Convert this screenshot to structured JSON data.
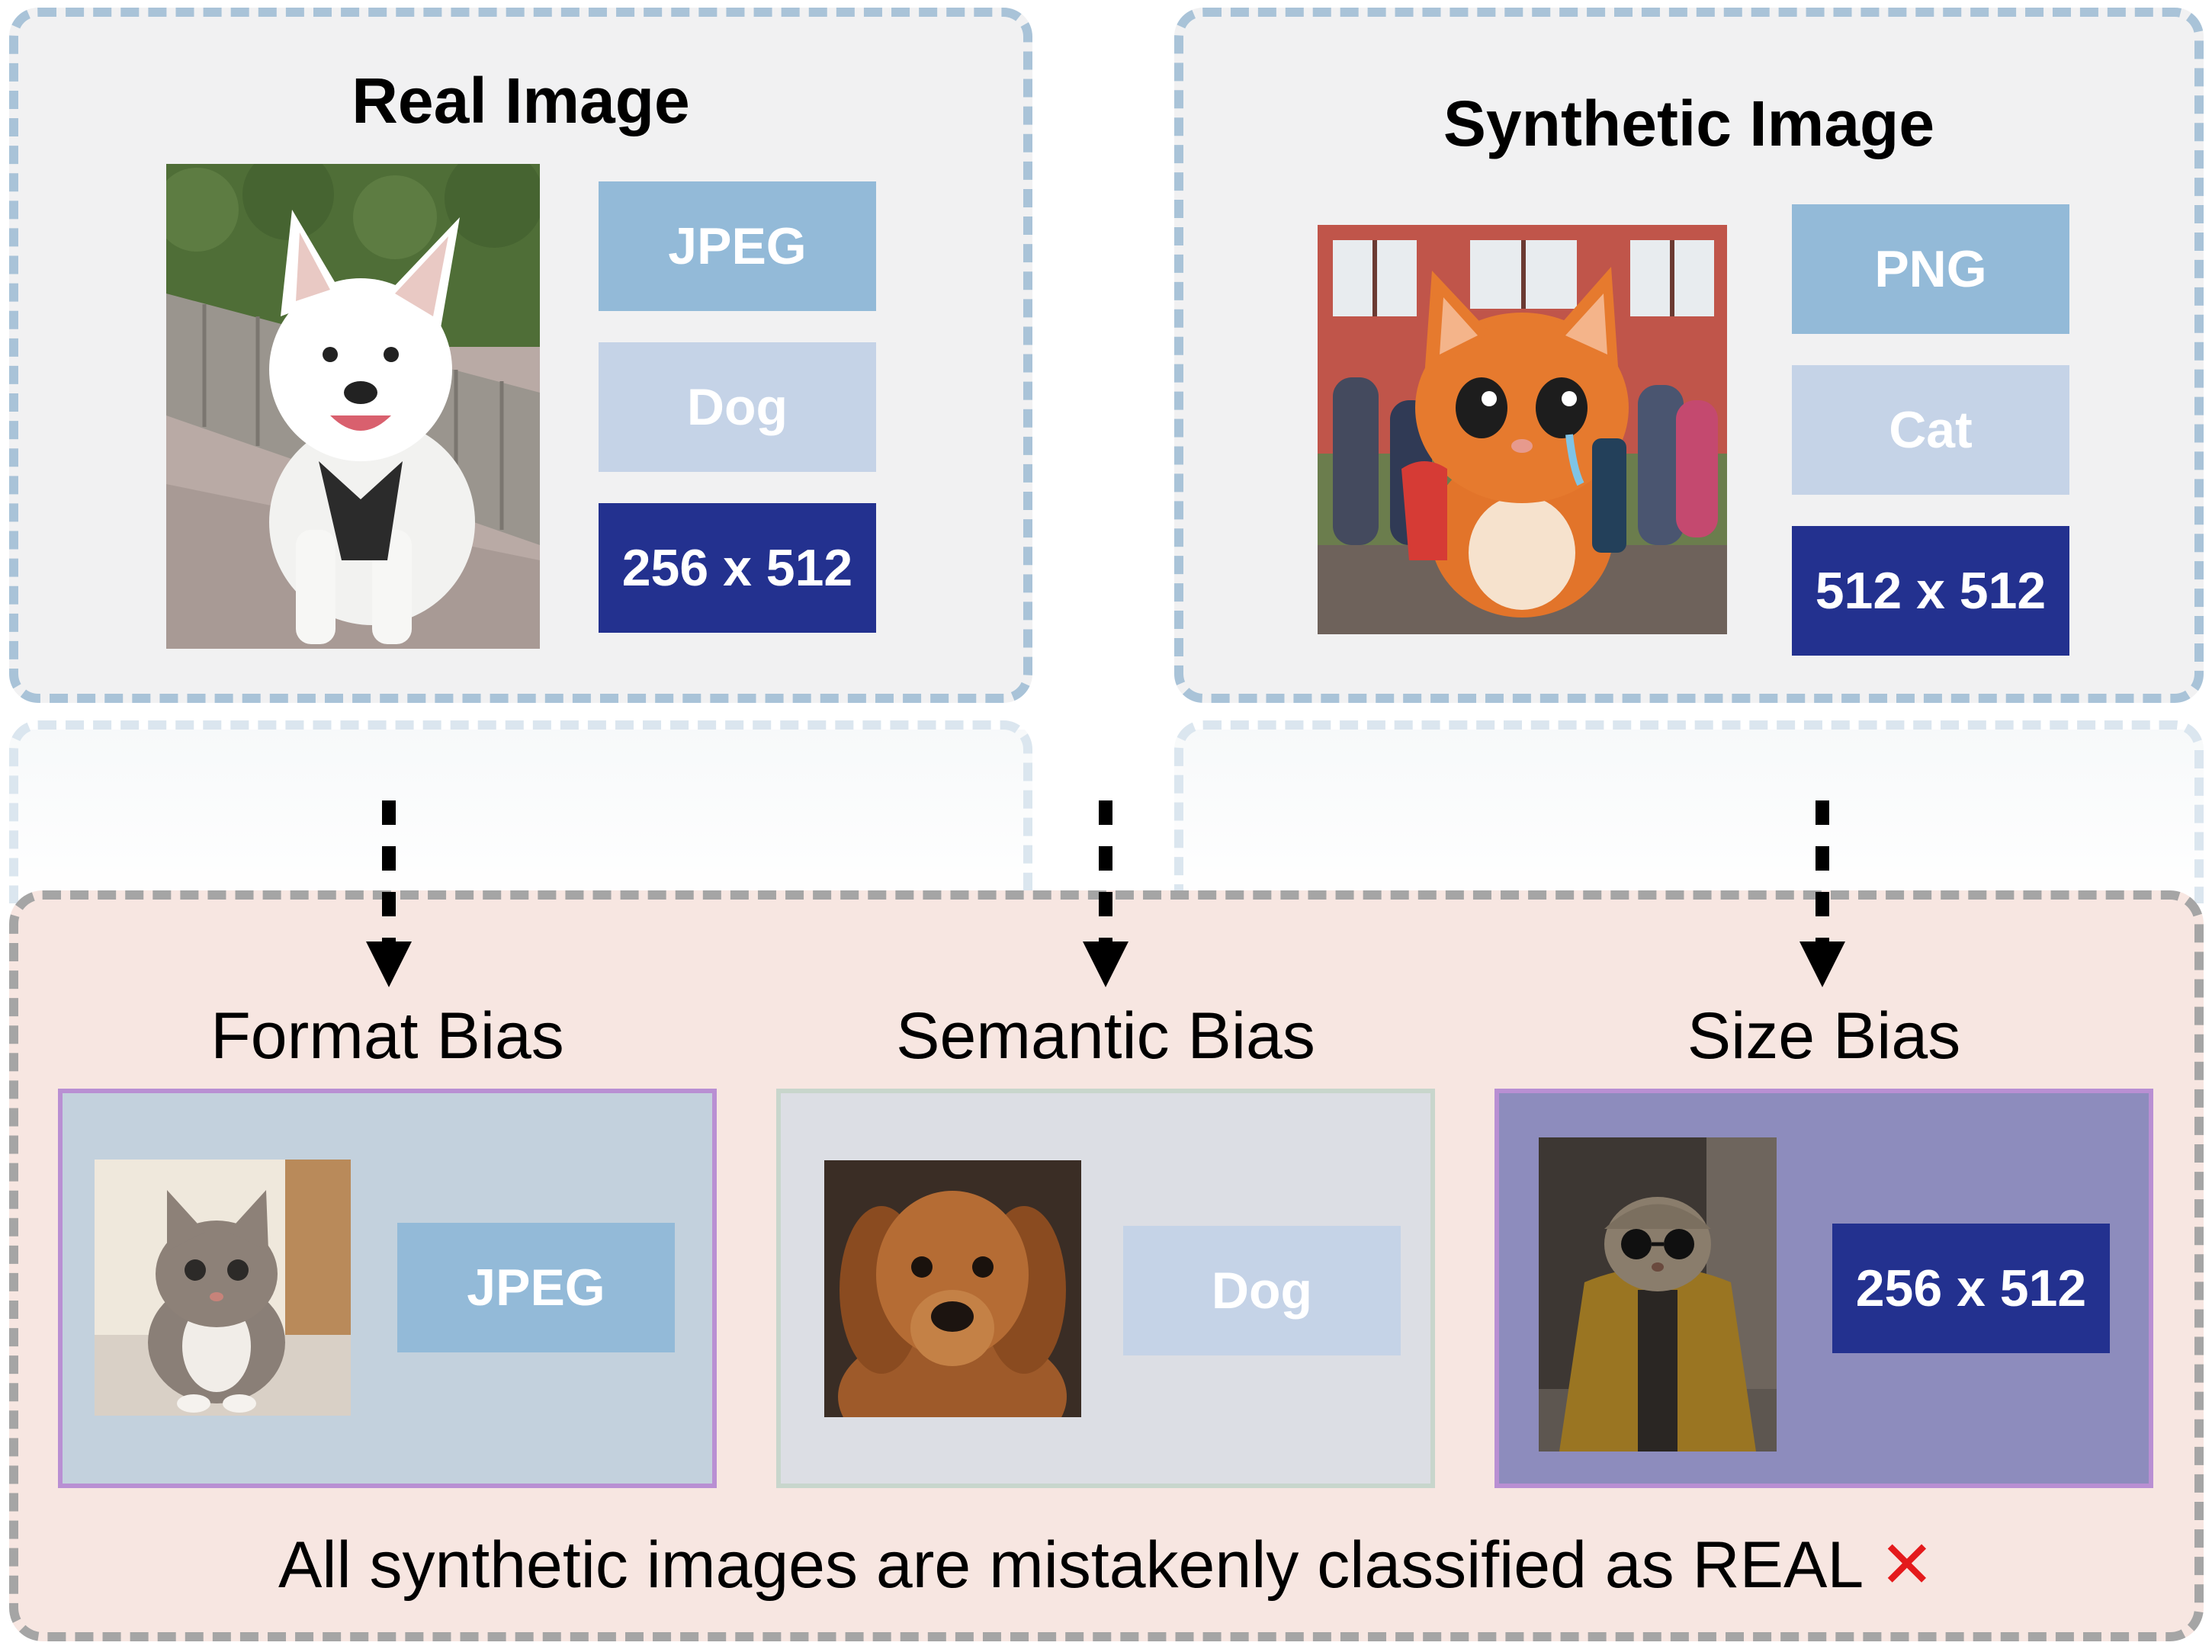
{
  "real_panel": {
    "title": "Real Image",
    "photo_icon": "white-dog-photo",
    "tags": {
      "format": "JPEG",
      "semantic": "Dog",
      "size": "256 x 512"
    }
  },
  "synthetic_panel": {
    "title": "Synthetic Image",
    "photo_icon": "orange-kitten-photo",
    "tags": {
      "format": "PNG",
      "semantic": "Cat",
      "size": "512 x 512"
    }
  },
  "biases": {
    "format": {
      "title": "Format Bias",
      "photo_icon": "kitten-photo",
      "tag": "JPEG"
    },
    "semantic": {
      "title": "Semantic Bias",
      "photo_icon": "puppy-photo",
      "tag": "Dog"
    },
    "size": {
      "title": "Size Bias",
      "photo_icon": "cat-in-jacket-photo",
      "tag": "256 x 512"
    }
  },
  "conclusion": {
    "text": "All synthetic images are mistakenly classified as REAL",
    "mark": "✕"
  },
  "colors": {
    "format_tag": "#93bad8",
    "semantic_tag": "#c5d3e7",
    "size_tag": "#23318f",
    "source_panel_border": "#a9c3d8",
    "bias_panel_bg": "#f7e6e1",
    "error_mark": "#e41a1c"
  }
}
